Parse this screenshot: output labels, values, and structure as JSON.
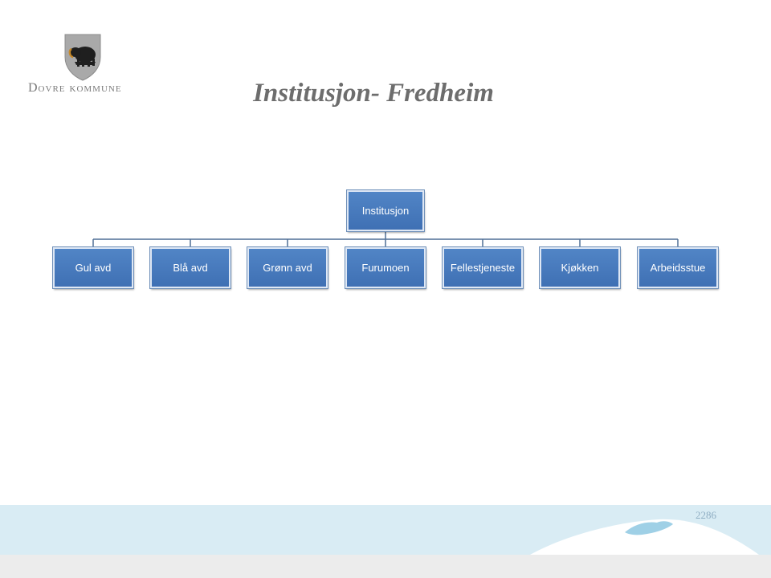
{
  "header": {
    "organization": "Dovre kommune",
    "title": "Institusjon- Fredheim"
  },
  "org_chart": {
    "root": "Institusjon",
    "children": [
      "Gul avd",
      "Blå avd",
      "Grønn avd",
      "Furumoen",
      "Fellestjeneste",
      "Kjøkken",
      "Arbeidsstue"
    ]
  },
  "footer": {
    "number": "2286"
  },
  "colors": {
    "node_fill": "#4a7ebf",
    "connector": "#4f6f95",
    "title_text": "#6d6d6d",
    "footer_band": "#d9ecf4"
  },
  "icons": {
    "logo": "musk-ox-shield-icon"
  }
}
